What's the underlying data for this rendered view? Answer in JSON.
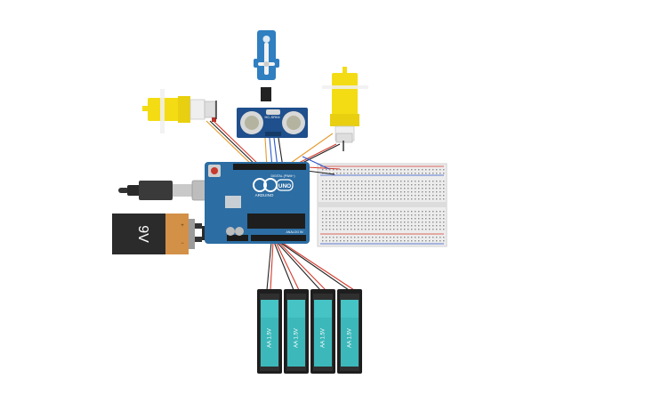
{
  "components": {
    "ultrasonic_sensor": {
      "model": "HC-SR04",
      "label": "HC-SR04"
    },
    "arduino": {
      "brand": "ARDUINO",
      "model": "UNO",
      "digital_label": "DIGITAL (PWM~)",
      "analog_label": "ANALOG IN"
    },
    "battery_9v": {
      "label": "9V"
    },
    "aa_batteries": [
      {
        "label": "AA 1.5V"
      },
      {
        "label": "AA 1.5V"
      },
      {
        "label": "AA 1.5V"
      },
      {
        "label": "AA 1.5V"
      }
    ],
    "servo": {
      "icon": "servo-icon"
    },
    "motors": [
      {
        "icon": "dc-gear-motor-icon"
      },
      {
        "icon": "dc-gear-motor-icon"
      }
    ],
    "breadboard": {
      "icon": "breadboard-icon"
    },
    "usb_cable": {
      "icon": "usb-cable-icon"
    }
  },
  "colors": {
    "arduino_board": "#2c6da3",
    "sensor_board": "#1f4f8c",
    "servo_body": "#2f7fc1",
    "motor_yellow": "#f4dc14",
    "battery_teal": "#45c3c5",
    "battery_9v_body": "#2b2b2b",
    "battery_9v_cap": "#d39047",
    "breadboard": "#ececec",
    "wire_red": "#d33a2c",
    "wire_black": "#222222",
    "wire_orange": "#e69a2e"
  }
}
